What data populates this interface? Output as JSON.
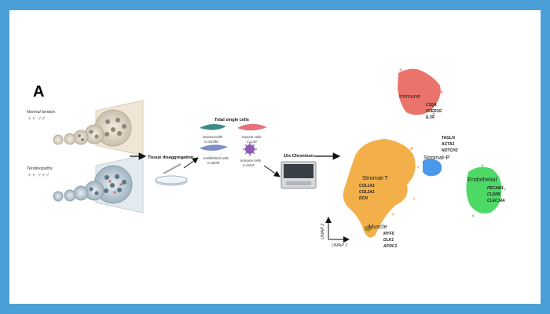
{
  "panel_label": "A",
  "groups": {
    "normal": {
      "label": "Normal tendon",
      "symbols": "♀♀ ♂♂"
    },
    "tendinopathy": {
      "label": "Tendinopathy",
      "symbols": "♀♀ ♂♂♂"
    }
  },
  "steps": {
    "disaggregation": "Tissue disaggregation",
    "total_cells": "Total single cells",
    "chromium": "10x Chromium"
  },
  "cell_types": {
    "stromal": {
      "name": "stromal cells",
      "n": "n=53788"
    },
    "muscle": {
      "name": "muscle cells",
      "n": "n=149"
    },
    "endothelial": {
      "name": "endothelial cells",
      "n": "n=8078"
    },
    "immune": {
      "name": "immune cells",
      "n": "n=9115"
    }
  },
  "umap": {
    "axis1": "UMAP 1",
    "axis2": "UMAP 2"
  },
  "clusters": {
    "immune": {
      "name": "Immune",
      "genes": [
        "C1QA",
        "FCER1G",
        "IL7R"
      ],
      "color": "#e8655c"
    },
    "stromal_p": {
      "name": "Stromal-P",
      "genes": [
        "TAGLN",
        "ACTA2",
        "NOTCH3"
      ],
      "color": "#3a8fe8"
    },
    "stromal_t": {
      "name": "Stromal-T",
      "genes": [
        "COL1A1",
        "COL3A1",
        "DCN"
      ],
      "color": "#f2a83a"
    },
    "endothelial": {
      "name": "Endothelial",
      "genes": [
        "PECAM1",
        "CLDN5",
        "CLEC14A"
      ],
      "color": "#3fd65a"
    },
    "muscle": {
      "name": "Muscle",
      "genes": [
        "MYF5",
        "DLK1",
        "APOC1"
      ],
      "color": "#a88a2a"
    }
  }
}
